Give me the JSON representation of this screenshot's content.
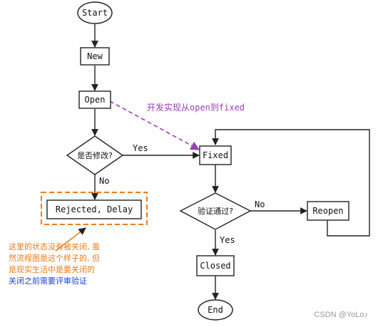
{
  "nodes": {
    "start": "Start",
    "new": "New",
    "open": "Open",
    "modified_question": "是否修改?",
    "fixed": "Fixed",
    "rejected": "Rejected, Delay",
    "verify_question": "验证通过?",
    "reopen": "Reopen",
    "closed": "Closed",
    "end": "End"
  },
  "edge_labels": {
    "yes_1": "Yes",
    "no_1": "No",
    "no_2": "No",
    "yes_2": "Yes",
    "open_to_fixed": "开发实现从open到fixed"
  },
  "notes": {
    "orange_lines": [
      "这里的状态没有被关闭, 虽",
      "然流程图是这个样子的, 但",
      "是现实生活中是要关闭的"
    ],
    "blue_line": "关闭之前需要评审验证"
  },
  "watermark": "CSDN @YoLo♪",
  "colors": {
    "purple": "#9b3fb5",
    "orange": "#f07a1a",
    "blue": "#1f3fd0",
    "line": "#222222"
  }
}
